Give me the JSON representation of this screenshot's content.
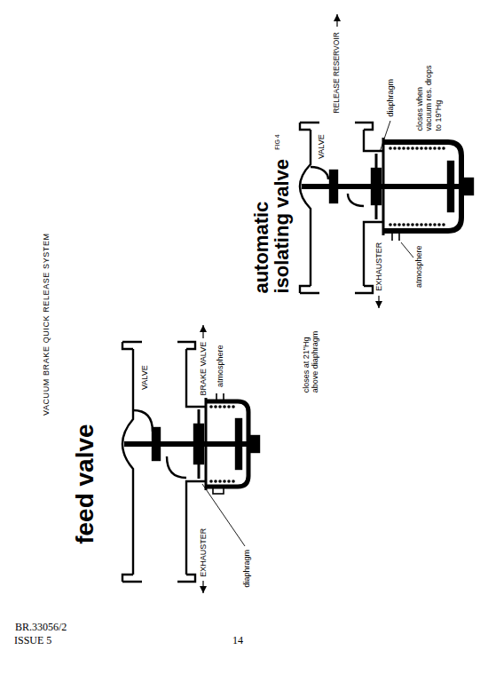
{
  "diagram": {
    "title": "VACUUM BRAKE QUICK RELEASE SYSTEM",
    "labels": [
      "feed valve",
      "automatic isolating valve",
      "FIG 4",
      "VALVE",
      "BRAKE VALVE",
      "EXHAUSTER",
      "atmosphere",
      "diaphragm",
      "closes at 21\"Hg above diaphragm",
      "VALVE",
      "RELEASE RESERVOIR",
      "EXHAUSTER",
      "diaphragm",
      "atmosphere",
      "closes when vacuum res. drops to 19\"Hg",
      "BR.33056/2",
      "ISSUE 5",
      "14"
    ]
  }
}
